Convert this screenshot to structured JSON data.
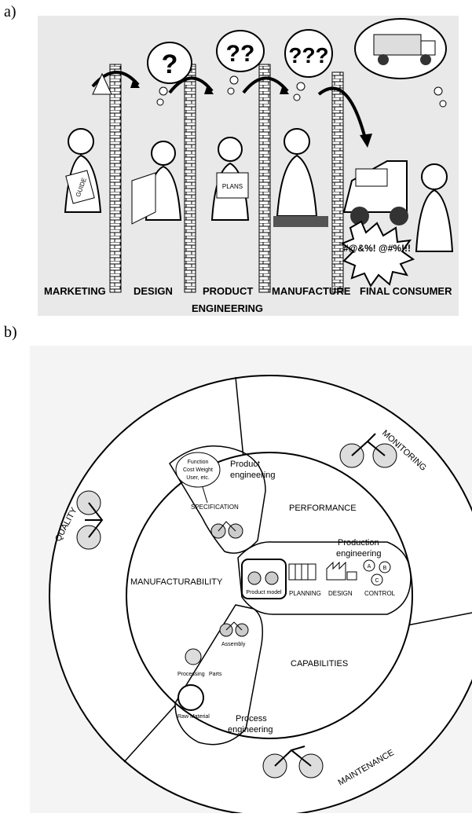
{
  "figure": {
    "label_a": "a)",
    "label_b": "b)"
  },
  "panel_a": {
    "departments": [
      "MARKETING",
      "DESIGN",
      "PRODUCT",
      "MANUFACTURE",
      "FINAL CONSUMER"
    ],
    "product_line2": "ENGINEERING",
    "sign_texts": [
      "GUIDE",
      "PLANS"
    ],
    "exclamation": "#@&%! @#%!!!"
  },
  "panel_b": {
    "outer_labels": {
      "quality": "QUALITY",
      "monitoring": "MONITORING",
      "maintenance": "MAINTENANCE"
    },
    "inner_labels": {
      "performance": "PERFORMANCE",
      "manufacturability": "MANUFACTURABILITY",
      "capabilities": "CAPABILITIES"
    },
    "lobes": {
      "product_engineering": [
        "Product",
        "engineering"
      ],
      "production_engineering": [
        "Production",
        "engineering"
      ],
      "process_engineering": [
        "Process",
        "engineering"
      ]
    },
    "cloud_text": [
      "Function",
      "Cost Weight",
      "User, etc."
    ],
    "specification": "SPECIFICATION",
    "product_model": "Product model",
    "steps": {
      "planning": "PLANNING",
      "design": "DESIGN",
      "control": "CONTROL"
    },
    "control_letters": [
      "A",
      "B",
      "C"
    ],
    "process_labels": {
      "assembly": "Assembly",
      "processing": "Processing",
      "parts": "Parts",
      "raw_material": "Raw Material"
    }
  }
}
